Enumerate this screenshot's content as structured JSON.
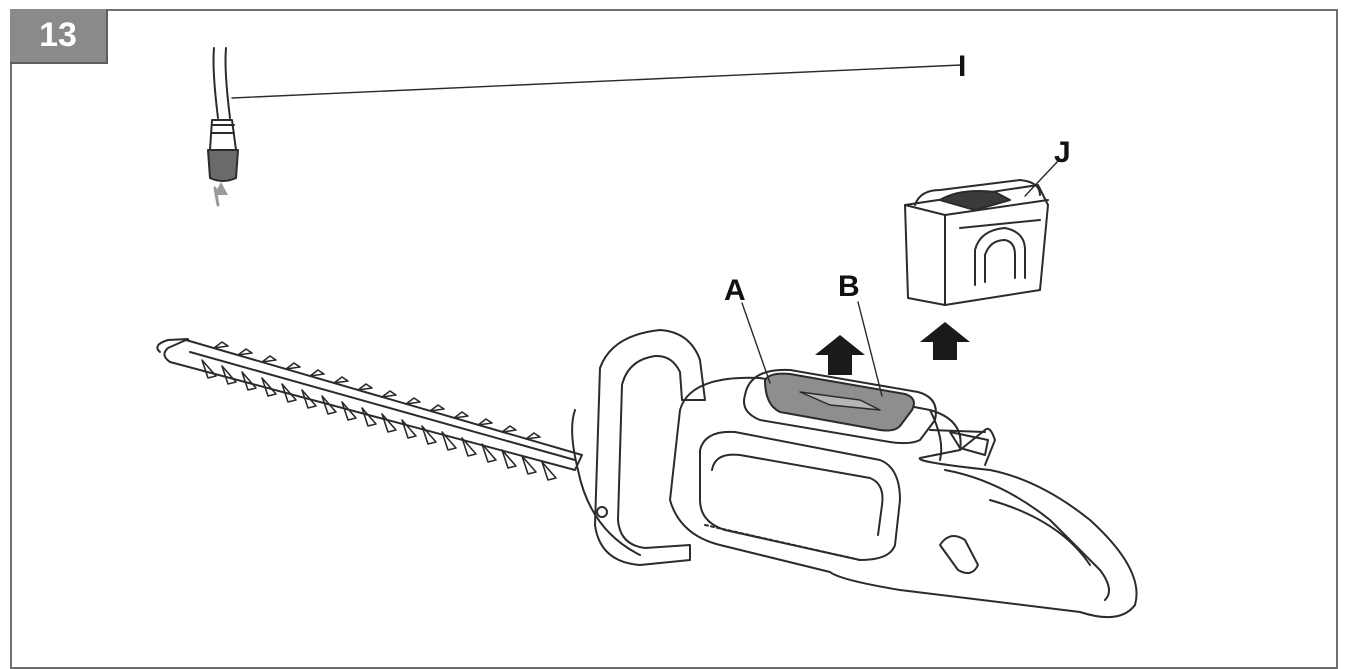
{
  "figure": {
    "number": "13"
  },
  "callouts": {
    "a": "A",
    "b": "B",
    "i": "I",
    "j": "J"
  },
  "colors": {
    "line": "#2b2b2b",
    "badge": "#8a8a8a",
    "frame": "#6f6f6f",
    "battery_slot": "#8e8e8e"
  },
  "arrows": [
    "up-arrow",
    "up-arrow"
  ]
}
